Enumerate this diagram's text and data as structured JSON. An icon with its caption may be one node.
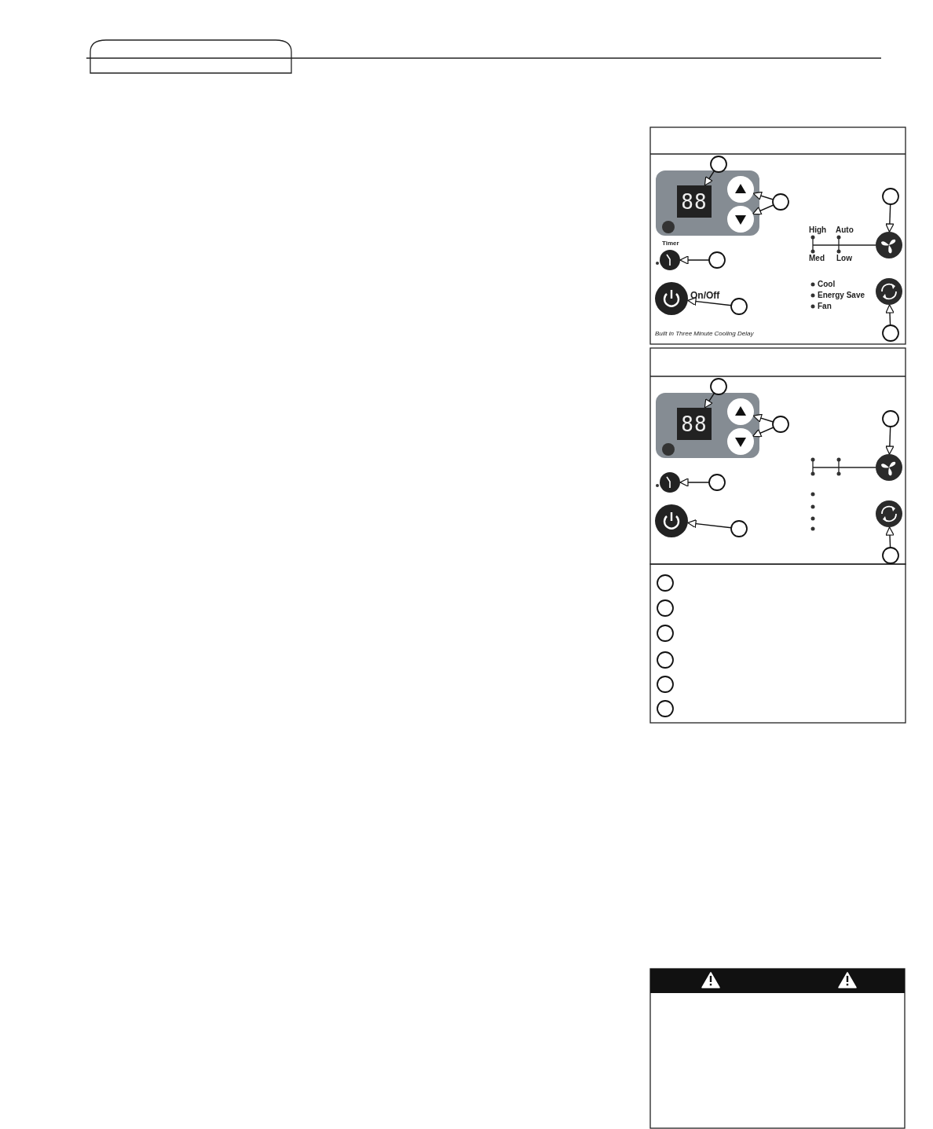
{
  "diagram": {
    "nodes": [
      {
        "text": [],
        "shape": "circle"
      },
      {
        "text": [
          "88"
        ]
      },
      {
        "text": [],
        "shape": "circle"
      },
      {
        "text": [],
        "shape": "circle"
      },
      {
        "text": [],
        "shape": "circle"
      },
      {
        "text": [],
        "shape": "circle"
      },
      {
        "text": [],
        "shape": "circle"
      },
      {
        "text": [],
        "shape": "circle"
      },
      {
        "text": [],
        "shape": "circle"
      },
      {
        "text": [],
        "shape": "circle"
      },
      {
        "text": [],
        "shape": "circle"
      },
      {
        "text": [],
        "shape": "circle"
      },
      {
        "text": [],
        "shape": "circle"
      },
      {
        "text": [],
        "shape": "circle"
      },
      {
        "text": [
          "88"
        ]
      },
      {
        "text": [],
        "shape": "circle"
      },
      {
        "text": [],
        "shape": "circle"
      },
      {
        "text": [],
        "shape": "circle"
      },
      {
        "text": [],
        "shape": "circle"
      },
      {
        "text": [],
        "shape": "circle"
      },
      {
        "text": [],
        "shape": "circle"
      },
      {
        "text": [],
        "shape": "circle"
      },
      {
        "text": [],
        "shape": "circle"
      },
      {
        "text": [],
        "shape": "circle"
      },
      {
        "text": [],
        "shape": "circle"
      },
      {
        "text": [],
        "shape": "circle"
      },
      {
        "text": [],
        "shape": "circle"
      },
      {
        "text": [],
        "shape": "circle"
      },
      {
        "text": [],
        "shape": "circle"
      },
      {
        "text": [],
        "shape": "circle"
      },
      {
        "text": [],
        "shape": "circle"
      },
      {
        "text": [],
        "shape": "circle"
      }
    ],
    "edges": [
      {
        "from": 0,
        "to": 1,
        "arrow": "to"
      },
      {
        "from": 2,
        "to": 3,
        "arrow": "to"
      },
      {
        "from": 2,
        "to": 4,
        "arrow": "to"
      },
      {
        "from": 5,
        "to": 6,
        "arrow": "to"
      },
      {
        "from": 7,
        "to": 8,
        "arrow": "to"
      },
      {
        "from": 9,
        "to": 10,
        "arrow": "to"
      },
      {
        "from": 12,
        "to": 11,
        "arrow": "to"
      },
      {
        "from": 13,
        "to": 14,
        "arrow": "to"
      },
      {
        "from": 15,
        "to": 16,
        "arrow": "to"
      },
      {
        "from": 15,
        "to": 17,
        "arrow": "to"
      },
      {
        "from": 18,
        "to": 19,
        "arrow": "to"
      },
      {
        "from": 20,
        "to": 21,
        "arrow": "to"
      },
      {
        "from": 22,
        "to": 23,
        "arrow": "to"
      },
      {
        "from": 25,
        "to": 24,
        "arrow": "to"
      }
    ],
    "labels": [
      "High",
      "Auto",
      "Med",
      "Low",
      "Timer",
      "Cool",
      "Energy Save",
      "Fan",
      "On/Off",
      "Built in Three Minute Cooling Delay"
    ]
  }
}
